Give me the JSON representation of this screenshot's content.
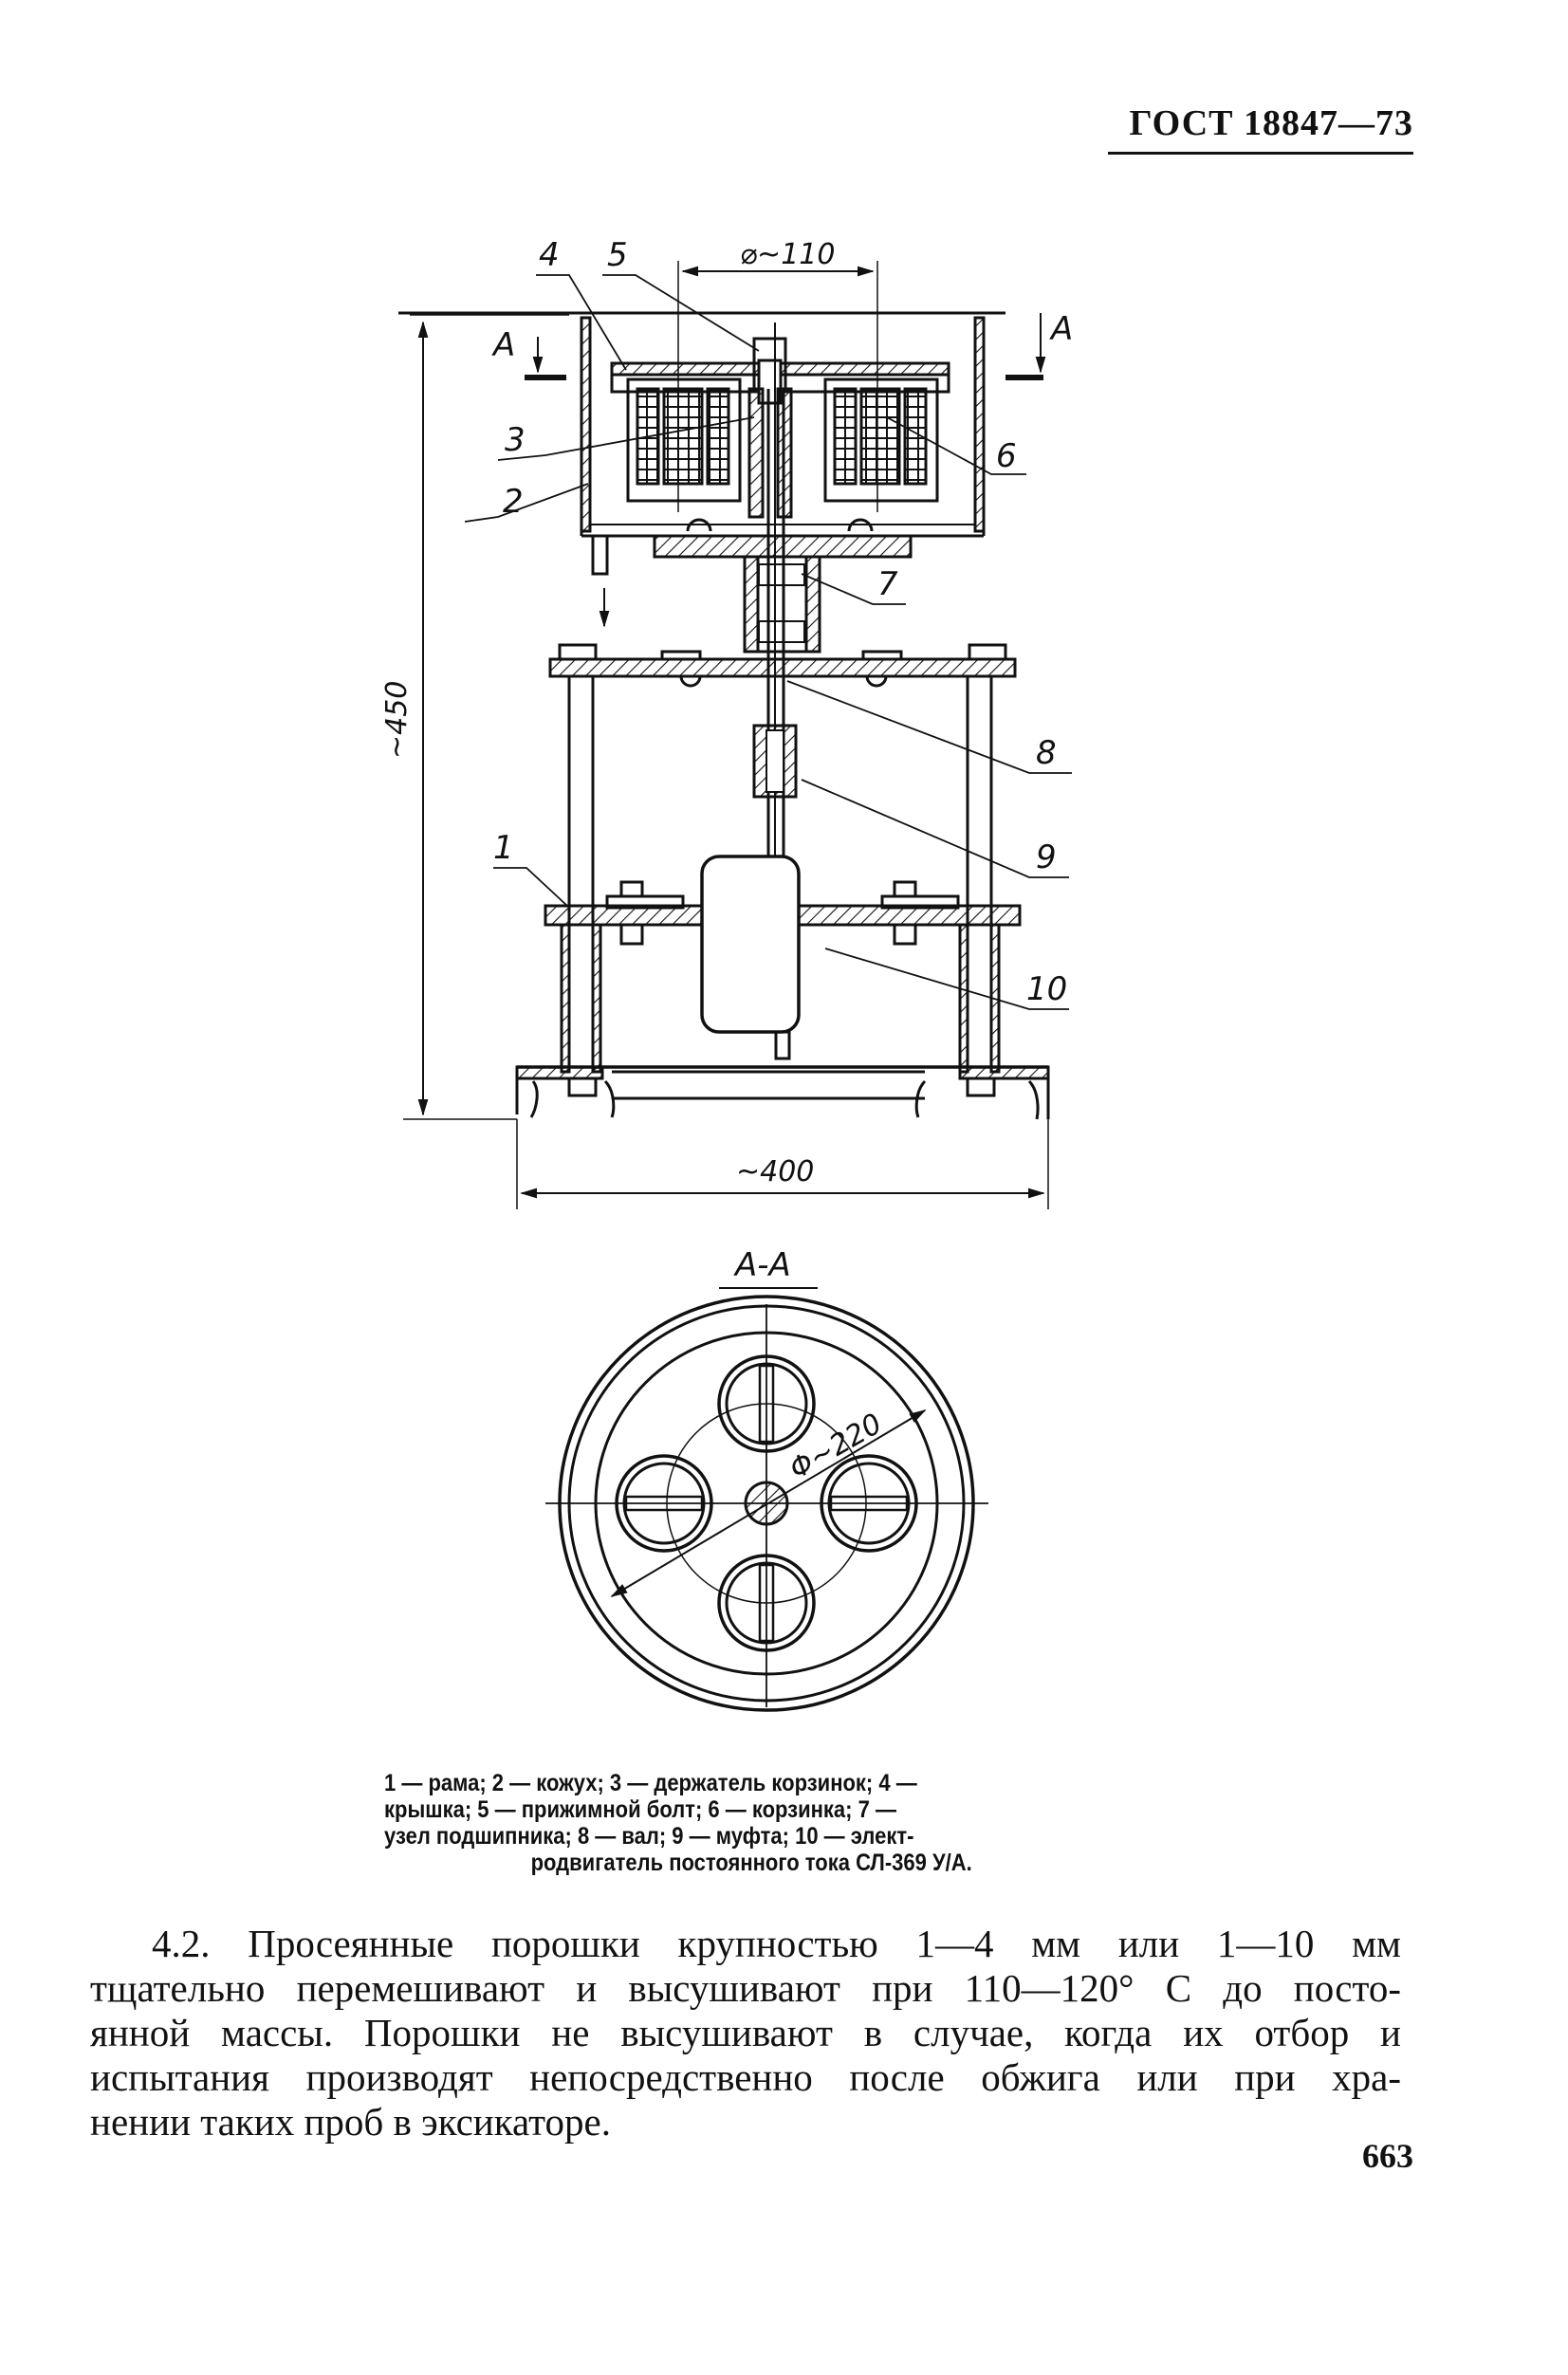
{
  "header": {
    "standard": "ГОСТ 18847—73"
  },
  "figure": {
    "dimensions": {
      "basket_diameter": "⌀~110",
      "height": "~450",
      "width": "~400",
      "section_diameter": "Φ~220"
    },
    "section_marks": {
      "left": "A",
      "right": "A",
      "section_title": "А-А"
    },
    "callouts": [
      "1",
      "2",
      "3",
      "4",
      "5",
      "6",
      "7",
      "8",
      "9",
      "10"
    ]
  },
  "caption": {
    "lines": [
      "1 — рама; 2 — кожух; 3 — держатель корзинок; 4 —",
      "крышка; 5 — прижимной болт; 6 — корзинка; 7 —",
      "узел подшипника; 8 — вал; 9 — муфта; 10 — элект-",
      "родвигатель постоянного тока СЛ-369 У/А."
    ],
    "legend": [
      {
        "num": "1",
        "part": "рама"
      },
      {
        "num": "2",
        "part": "кожух"
      },
      {
        "num": "3",
        "part": "держатель корзинок"
      },
      {
        "num": "4",
        "part": "крышка"
      },
      {
        "num": "5",
        "part": "прижимной болт"
      },
      {
        "num": "6",
        "part": "корзинка"
      },
      {
        "num": "7",
        "part": "узел подшипника"
      },
      {
        "num": "8",
        "part": "вал"
      },
      {
        "num": "9",
        "part": "муфта"
      },
      {
        "num": "10",
        "part": "электродвигатель постоянного тока СЛ-369 У/А"
      }
    ]
  },
  "body": {
    "section": "4.2.",
    "lines": [
      "4.2. Просеянные порошки  крупностью 1—4 мм или 1—10 мм",
      "тщательно перемешивают и высушивают при 110—120° С до посто-",
      "янной массы. Порошки не высушивают в случае, когда их отбор и",
      "испытания производят непосредственно после обжига или при хра-",
      "нении таких проб в эксикаторе."
    ]
  },
  "footer": {
    "page_number": "663"
  }
}
